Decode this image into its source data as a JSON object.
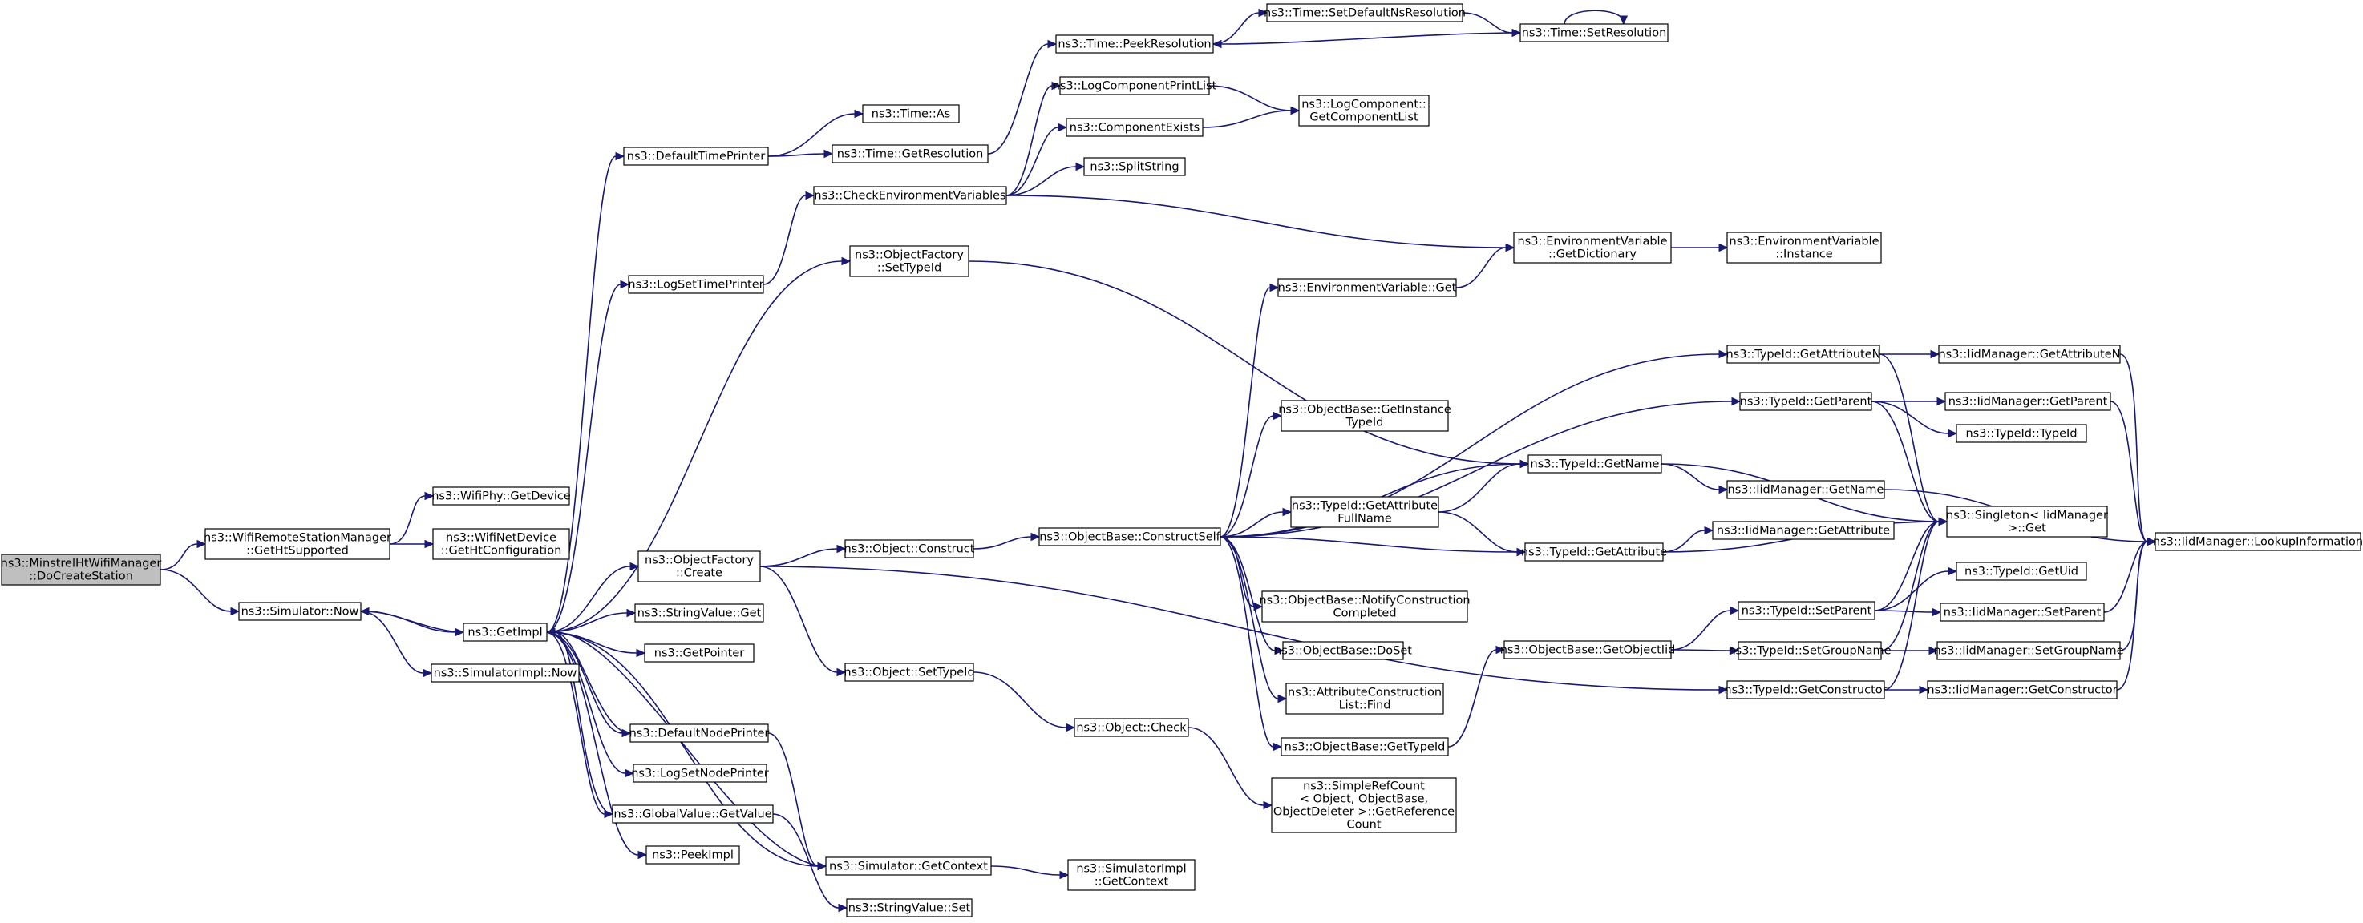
{
  "nodes": [
    {
      "id": "n1",
      "lines": [
        "ns3::MinstrelHtWifiManager",
        "::DoCreateStation"
      ],
      "root": true
    },
    {
      "id": "n2",
      "lines": [
        "ns3::WifiRemoteStationManager",
        "::GetHtSupported"
      ]
    },
    {
      "id": "n3",
      "lines": [
        "ns3::Simulator::Now"
      ]
    },
    {
      "id": "n4",
      "lines": [
        "ns3::WifiPhy::GetDevice"
      ]
    },
    {
      "id": "n5",
      "lines": [
        "ns3::WifiNetDevice",
        "::GetHtConfiguration"
      ]
    },
    {
      "id": "n6",
      "lines": [
        "ns3::GetImpl"
      ]
    },
    {
      "id": "n7",
      "lines": [
        "ns3::SimulatorImpl::Now"
      ]
    },
    {
      "id": "n8",
      "lines": [
        "ns3::DefaultTimePrinter"
      ]
    },
    {
      "id": "n9",
      "lines": [
        "ns3::LogSetTimePrinter"
      ]
    },
    {
      "id": "n10",
      "lines": [
        "ns3::ObjectFactory",
        "::Create"
      ]
    },
    {
      "id": "n11",
      "lines": [
        "ns3::StringValue::Get"
      ]
    },
    {
      "id": "n12",
      "lines": [
        "ns3::GetPointer"
      ]
    },
    {
      "id": "n13",
      "lines": [
        "ns3::DefaultNodePrinter"
      ]
    },
    {
      "id": "n14",
      "lines": [
        "ns3::LogSetNodePrinter"
      ]
    },
    {
      "id": "n15",
      "lines": [
        "ns3::GlobalValue::GetValue"
      ]
    },
    {
      "id": "n16",
      "lines": [
        "ns3::PeekImpl"
      ]
    },
    {
      "id": "n17",
      "lines": [
        "ns3::Time::As"
      ]
    },
    {
      "id": "n18",
      "lines": [
        "ns3::Time::GetResolution"
      ]
    },
    {
      "id": "n19",
      "lines": [
        "ns3::CheckEnvironmentVariables"
      ]
    },
    {
      "id": "n20",
      "lines": [
        "ns3::ObjectFactory",
        "::SetTypeId"
      ]
    },
    {
      "id": "n21",
      "lines": [
        "ns3::Object::Construct"
      ]
    },
    {
      "id": "n22",
      "lines": [
        "ns3::Object::SetTypeId"
      ]
    },
    {
      "id": "n23",
      "lines": [
        "ns3::Simulator::GetContext"
      ]
    },
    {
      "id": "n24",
      "lines": [
        "ns3::StringValue::Set"
      ]
    },
    {
      "id": "n25",
      "lines": [
        "ns3::Time::PeekResolution"
      ]
    },
    {
      "id": "n26",
      "lines": [
        "ns3::LogComponentPrintList"
      ]
    },
    {
      "id": "n27",
      "lines": [
        "ns3::ComponentExists"
      ]
    },
    {
      "id": "n28",
      "lines": [
        "ns3::SplitString"
      ]
    },
    {
      "id": "n29",
      "lines": [
        "ns3::ObjectBase::ConstructSelf"
      ]
    },
    {
      "id": "n30",
      "lines": [
        "ns3::Object::Check"
      ]
    },
    {
      "id": "n31",
      "lines": [
        "ns3::SimulatorImpl",
        "::GetContext"
      ]
    },
    {
      "id": "n32",
      "lines": [
        "ns3::Time::SetDefaultNsResolution"
      ]
    },
    {
      "id": "n33",
      "lines": [
        "ns3::LogComponent::",
        "GetComponentList"
      ]
    },
    {
      "id": "n34",
      "lines": [
        "ns3::EnvironmentVariable::Get"
      ]
    },
    {
      "id": "n35",
      "lines": [
        "ns3::ObjectBase::GetInstance",
        "TypeId"
      ]
    },
    {
      "id": "n36",
      "lines": [
        "ns3::TypeId::GetAttribute",
        "FullName"
      ]
    },
    {
      "id": "n37",
      "lines": [
        "ns3::ObjectBase::NotifyConstruction",
        "Completed"
      ]
    },
    {
      "id": "n38",
      "lines": [
        "ns3::ObjectBase::DoSet"
      ]
    },
    {
      "id": "n39",
      "lines": [
        "ns3::AttributeConstruction",
        "List::Find"
      ]
    },
    {
      "id": "n40",
      "lines": [
        "ns3::ObjectBase::GetTypeId"
      ]
    },
    {
      "id": "n41",
      "lines": [
        "ns3::SimpleRefCount",
        "< Object, ObjectBase,",
        " ObjectDeleter >::GetReference",
        "Count"
      ]
    },
    {
      "id": "n42",
      "lines": [
        "ns3::Time::SetResolution"
      ]
    },
    {
      "id": "n43",
      "lines": [
        "ns3::EnvironmentVariable",
        "::GetDictionary"
      ]
    },
    {
      "id": "n44",
      "lines": [
        "ns3::TypeId::GetName"
      ]
    },
    {
      "id": "n45",
      "lines": [
        "ns3::TypeId::GetAttribute"
      ]
    },
    {
      "id": "n46",
      "lines": [
        "ns3::TypeId::GetAttributeN"
      ]
    },
    {
      "id": "n47",
      "lines": [
        "ns3::TypeId::GetParent"
      ]
    },
    {
      "id": "n48",
      "lines": [
        "ns3::ObjectBase::GetObjectIid"
      ]
    },
    {
      "id": "n49",
      "lines": [
        "ns3::TypeId::GetConstructor"
      ]
    },
    {
      "id": "n50",
      "lines": [
        "ns3::EnvironmentVariable",
        "::Instance"
      ]
    },
    {
      "id": "n51",
      "lines": [
        "ns3::IidManager::GetName"
      ]
    },
    {
      "id": "n52",
      "lines": [
        "ns3::IidManager::GetAttribute"
      ]
    },
    {
      "id": "n53",
      "lines": [
        "ns3::IidManager::GetAttributeN"
      ]
    },
    {
      "id": "n54",
      "lines": [
        "ns3::IidManager::GetParent"
      ]
    },
    {
      "id": "n55",
      "lines": [
        "ns3::TypeId::TypeId"
      ]
    },
    {
      "id": "n56",
      "lines": [
        "ns3::Singleton< IidManager",
        " >::Get"
      ]
    },
    {
      "id": "n57",
      "lines": [
        "ns3::TypeId::SetParent"
      ]
    },
    {
      "id": "n58",
      "lines": [
        "ns3::TypeId::SetGroupName"
      ]
    },
    {
      "id": "n59",
      "lines": [
        "ns3::IidManager::GetConstructor"
      ]
    },
    {
      "id": "n60",
      "lines": [
        "ns3::TypeId::GetUid"
      ]
    },
    {
      "id": "n61",
      "lines": [
        "ns3::IidManager::SetParent"
      ]
    },
    {
      "id": "n62",
      "lines": [
        "ns3::IidManager::SetGroupName"
      ]
    },
    {
      "id": "n63",
      "lines": [
        "ns3::IidManager::LookupInformation"
      ]
    }
  ],
  "edges": [
    [
      "n1",
      "n2"
    ],
    [
      "n1",
      "n3"
    ],
    [
      "n2",
      "n4"
    ],
    [
      "n2",
      "n5"
    ],
    [
      "n3",
      "n6"
    ],
    [
      "n3",
      "n7"
    ],
    [
      "n6",
      "n3"
    ],
    [
      "n6",
      "n8"
    ],
    [
      "n6",
      "n9"
    ],
    [
      "n6",
      "n10"
    ],
    [
      "n6",
      "n11"
    ],
    [
      "n6",
      "n12"
    ],
    [
      "n6",
      "n13"
    ],
    [
      "n6",
      "n14"
    ],
    [
      "n6",
      "n15"
    ],
    [
      "n6",
      "n16"
    ],
    [
      "n6",
      "n20"
    ],
    [
      "n6",
      "n23"
    ],
    [
      "n8",
      "n17"
    ],
    [
      "n8",
      "n18"
    ],
    [
      "n9",
      "n19"
    ],
    [
      "n10",
      "n21"
    ],
    [
      "n10",
      "n22"
    ],
    [
      "n10",
      "n49"
    ],
    [
      "n13",
      "n6"
    ],
    [
      "n13",
      "n23"
    ],
    [
      "n15",
      "n6"
    ],
    [
      "n15",
      "n24"
    ],
    [
      "n18",
      "n25"
    ],
    [
      "n19",
      "n26"
    ],
    [
      "n19",
      "n27"
    ],
    [
      "n19",
      "n28"
    ],
    [
      "n19",
      "n43"
    ],
    [
      "n20",
      "n44"
    ],
    [
      "n21",
      "n29"
    ],
    [
      "n22",
      "n30"
    ],
    [
      "n23",
      "n31"
    ],
    [
      "n23",
      "n6"
    ],
    [
      "n25",
      "n32"
    ],
    [
      "n26",
      "n33"
    ],
    [
      "n27",
      "n33"
    ],
    [
      "n29",
      "n34"
    ],
    [
      "n29",
      "n46"
    ],
    [
      "n29",
      "n47"
    ],
    [
      "n29",
      "n35"
    ],
    [
      "n29",
      "n44"
    ],
    [
      "n29",
      "n36"
    ],
    [
      "n29",
      "n45"
    ],
    [
      "n29",
      "n37"
    ],
    [
      "n29",
      "n38"
    ],
    [
      "n29",
      "n39"
    ],
    [
      "n29",
      "n40"
    ],
    [
      "n30",
      "n41"
    ],
    [
      "n32",
      "n42"
    ],
    [
      "n42",
      "n25"
    ],
    [
      "n42",
      "n42"
    ],
    [
      "n34",
      "n43"
    ],
    [
      "n43",
      "n50"
    ],
    [
      "n36",
      "n44"
    ],
    [
      "n36",
      "n45"
    ],
    [
      "n40",
      "n48"
    ],
    [
      "n44",
      "n51"
    ],
    [
      "n44",
      "n56"
    ],
    [
      "n45",
      "n52"
    ],
    [
      "n45",
      "n56"
    ],
    [
      "n46",
      "n53"
    ],
    [
      "n46",
      "n56"
    ],
    [
      "n47",
      "n54"
    ],
    [
      "n47",
      "n55"
    ],
    [
      "n47",
      "n56"
    ],
    [
      "n48",
      "n57"
    ],
    [
      "n48",
      "n58"
    ],
    [
      "n49",
      "n59"
    ],
    [
      "n49",
      "n56"
    ],
    [
      "n51",
      "n63"
    ],
    [
      "n53",
      "n63"
    ],
    [
      "n54",
      "n63"
    ],
    [
      "n57",
      "n60"
    ],
    [
      "n57",
      "n61"
    ],
    [
      "n57",
      "n56"
    ],
    [
      "n58",
      "n62"
    ],
    [
      "n58",
      "n56"
    ],
    [
      "n59",
      "n63"
    ],
    [
      "n61",
      "n63"
    ],
    [
      "n62",
      "n63"
    ]
  ]
}
